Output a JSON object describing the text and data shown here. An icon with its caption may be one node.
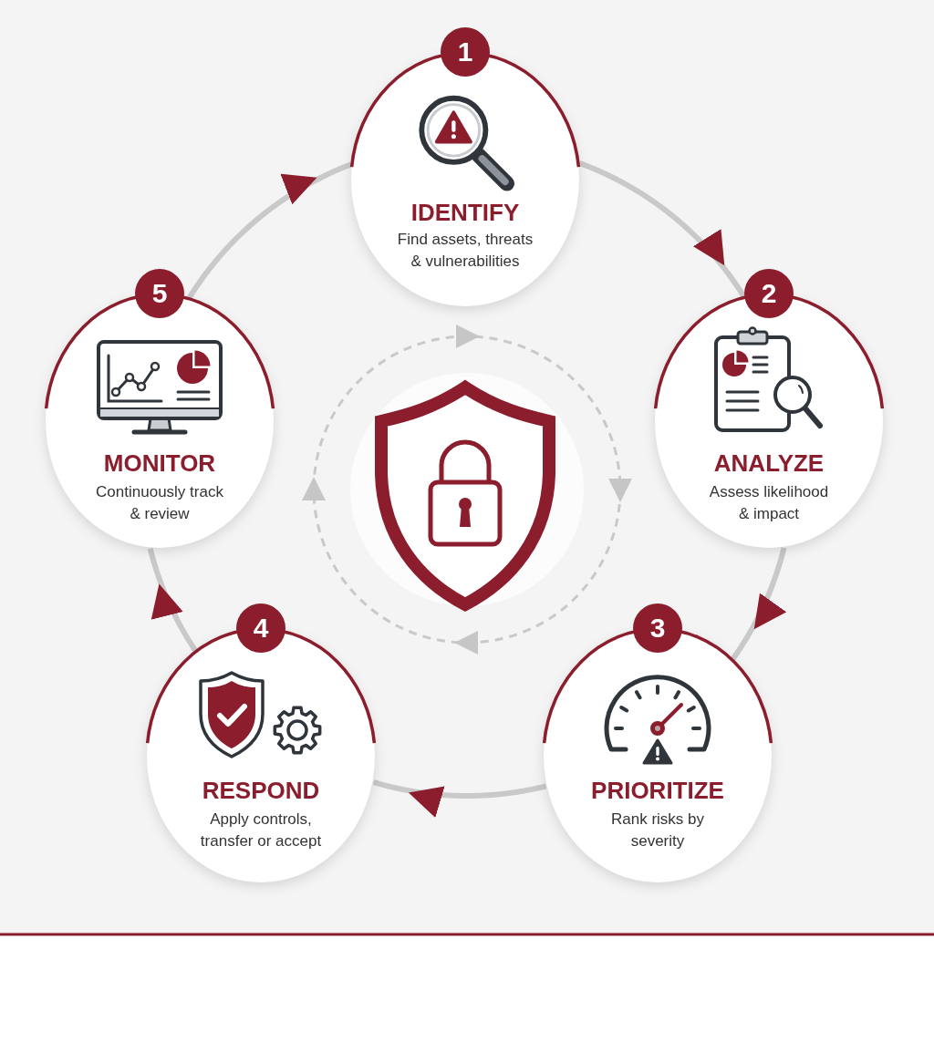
{
  "diagram": {
    "nodes": [
      {
        "text": [
          "1",
          "IDENTIFY",
          "Find assets, threats & vulnerabilities"
        ]
      },
      {
        "text": [
          "2",
          "ANALYZE",
          "Assess likelihood & impact"
        ]
      },
      {
        "text": [
          "3",
          "PRIORITIZE",
          "Rank risks by severity"
        ]
      },
      {
        "text": [
          "4",
          "RESPOND",
          "Apply controls, transfer or accept"
        ]
      },
      {
        "text": [
          "5",
          "MONITOR",
          "Continuously track & review"
        ]
      }
    ],
    "edges": [
      {
        "from": 0,
        "to": 1,
        "arrow": "to"
      },
      {
        "from": 1,
        "to": 2,
        "arrow": "to"
      },
      {
        "from": 2,
        "to": 3,
        "arrow": "to"
      },
      {
        "from": 3,
        "to": 4,
        "arrow": "to"
      },
      {
        "from": 4,
        "to": 0,
        "arrow": "to"
      }
    ]
  }
}
